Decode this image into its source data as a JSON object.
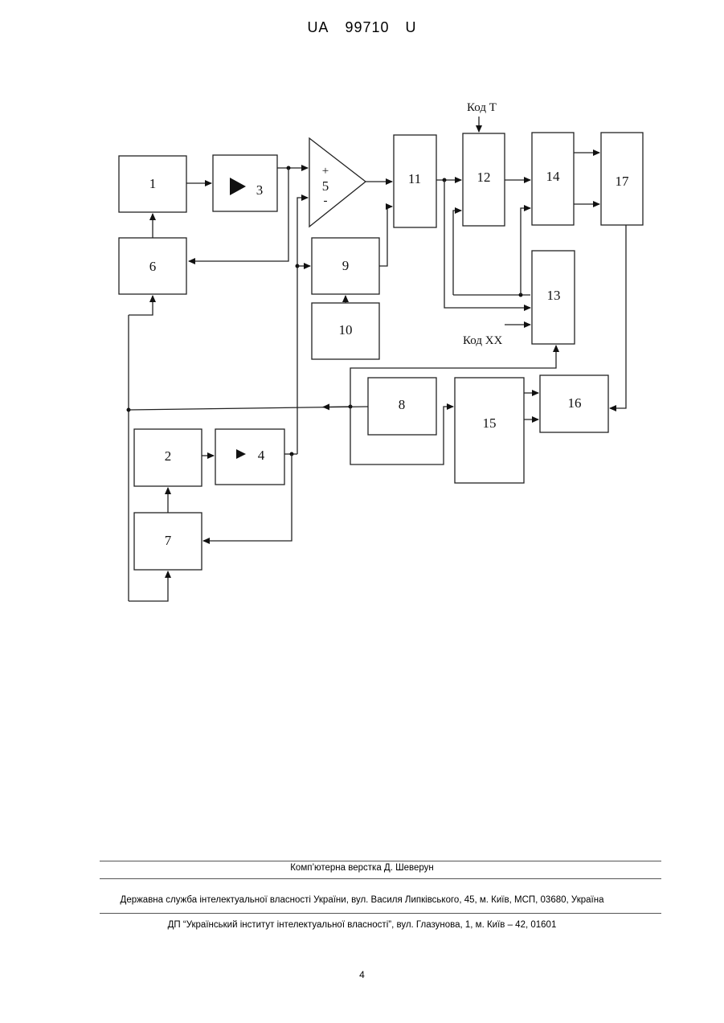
{
  "header": {
    "country": "UA",
    "number": "99710",
    "kind": "U"
  },
  "diagram": {
    "blocks": {
      "b1": "1",
      "b2": "2",
      "b3": "3",
      "b4": "4",
      "b5": "5",
      "b6": "6",
      "b7": "7",
      "b8": "8",
      "b9": "9",
      "b10": "10",
      "b11": "11",
      "b12": "12",
      "b13": "13",
      "b14": "14",
      "b15": "15",
      "b16": "16",
      "b17": "17"
    },
    "comparator_plus": "+",
    "comparator_minus": "-",
    "signal_code_t": "Код Т",
    "signal_code_xx": "Код ХХ"
  },
  "footer": {
    "layout_credit": "Комп’ютерна верстка Д. Шеверун",
    "agency": "Державна служба інтелектуальної власності України, вул. Василя Липківського, 45, м. Київ, МСП, 03680, Україна",
    "institute": "ДП “Український інститут інтелектуальної власності”, вул. Глазунова, 1, м. Київ – 42, 01601"
  },
  "page_number": "4"
}
